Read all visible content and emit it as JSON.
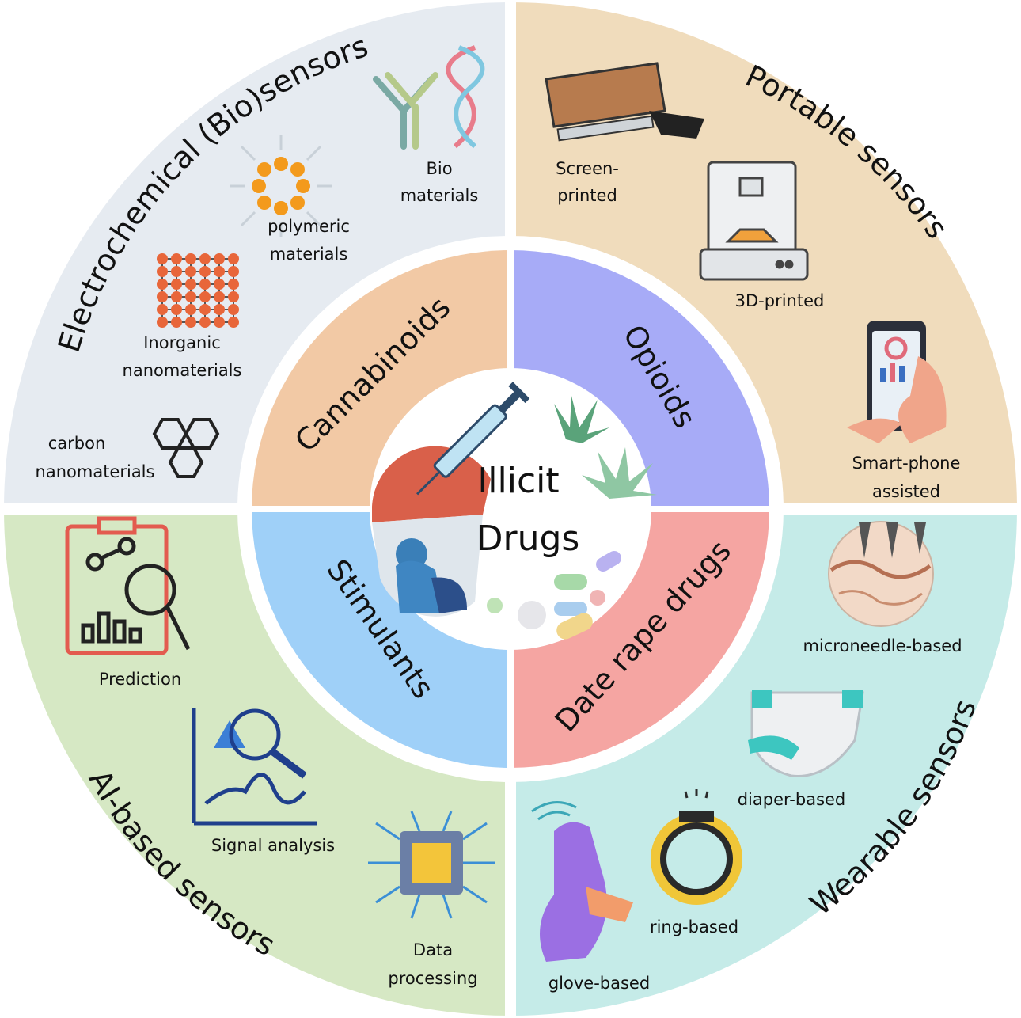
{
  "center": {
    "line1": "Illicit",
    "line2": "Drugs"
  },
  "drugs": {
    "cannabinoids": "Cannabinoids",
    "opioids": "Opioids",
    "stimulants": "Stimulants",
    "date_rape": "Date rape drugs"
  },
  "quadrants": {
    "electrochemical": {
      "title": "Electrochemical (Bio)sensors",
      "bio_1": "Bio",
      "bio_2": "materials",
      "poly_1": "polymeric",
      "poly_2": "materials",
      "inorg_1": "Inorganic",
      "inorg_2": "nanomaterials",
      "carbon_1": "carbon",
      "carbon_2": "nanomaterials"
    },
    "portable": {
      "title": "Portable sensors",
      "screen_1": "Screen-",
      "screen_2": "printed",
      "printed3d": "3D-printed",
      "phone_1": "Smart-phone",
      "phone_2": "assisted"
    },
    "ai": {
      "title": "AI-based sensors",
      "prediction": "Prediction",
      "signal": "Signal analysis",
      "data_1": "Data",
      "data_2": "processing"
    },
    "wearable": {
      "title": "Wearable sensors",
      "microneedle": "microneedle-based",
      "diaper": "diaper-based",
      "ring": "ring-based",
      "glove": "glove-based"
    }
  },
  "colors": {
    "electrochemical_bg": "#e6ebf1",
    "portable_bg": "#f0dcbc",
    "ai_bg": "#d6e8c4",
    "wearable_bg": "#c5ebe8",
    "cannabinoids": "#f2c9a5",
    "opioids": "#a7abf7",
    "stimulants": "#9fd0f8",
    "date_rape": "#f5a5a2"
  }
}
